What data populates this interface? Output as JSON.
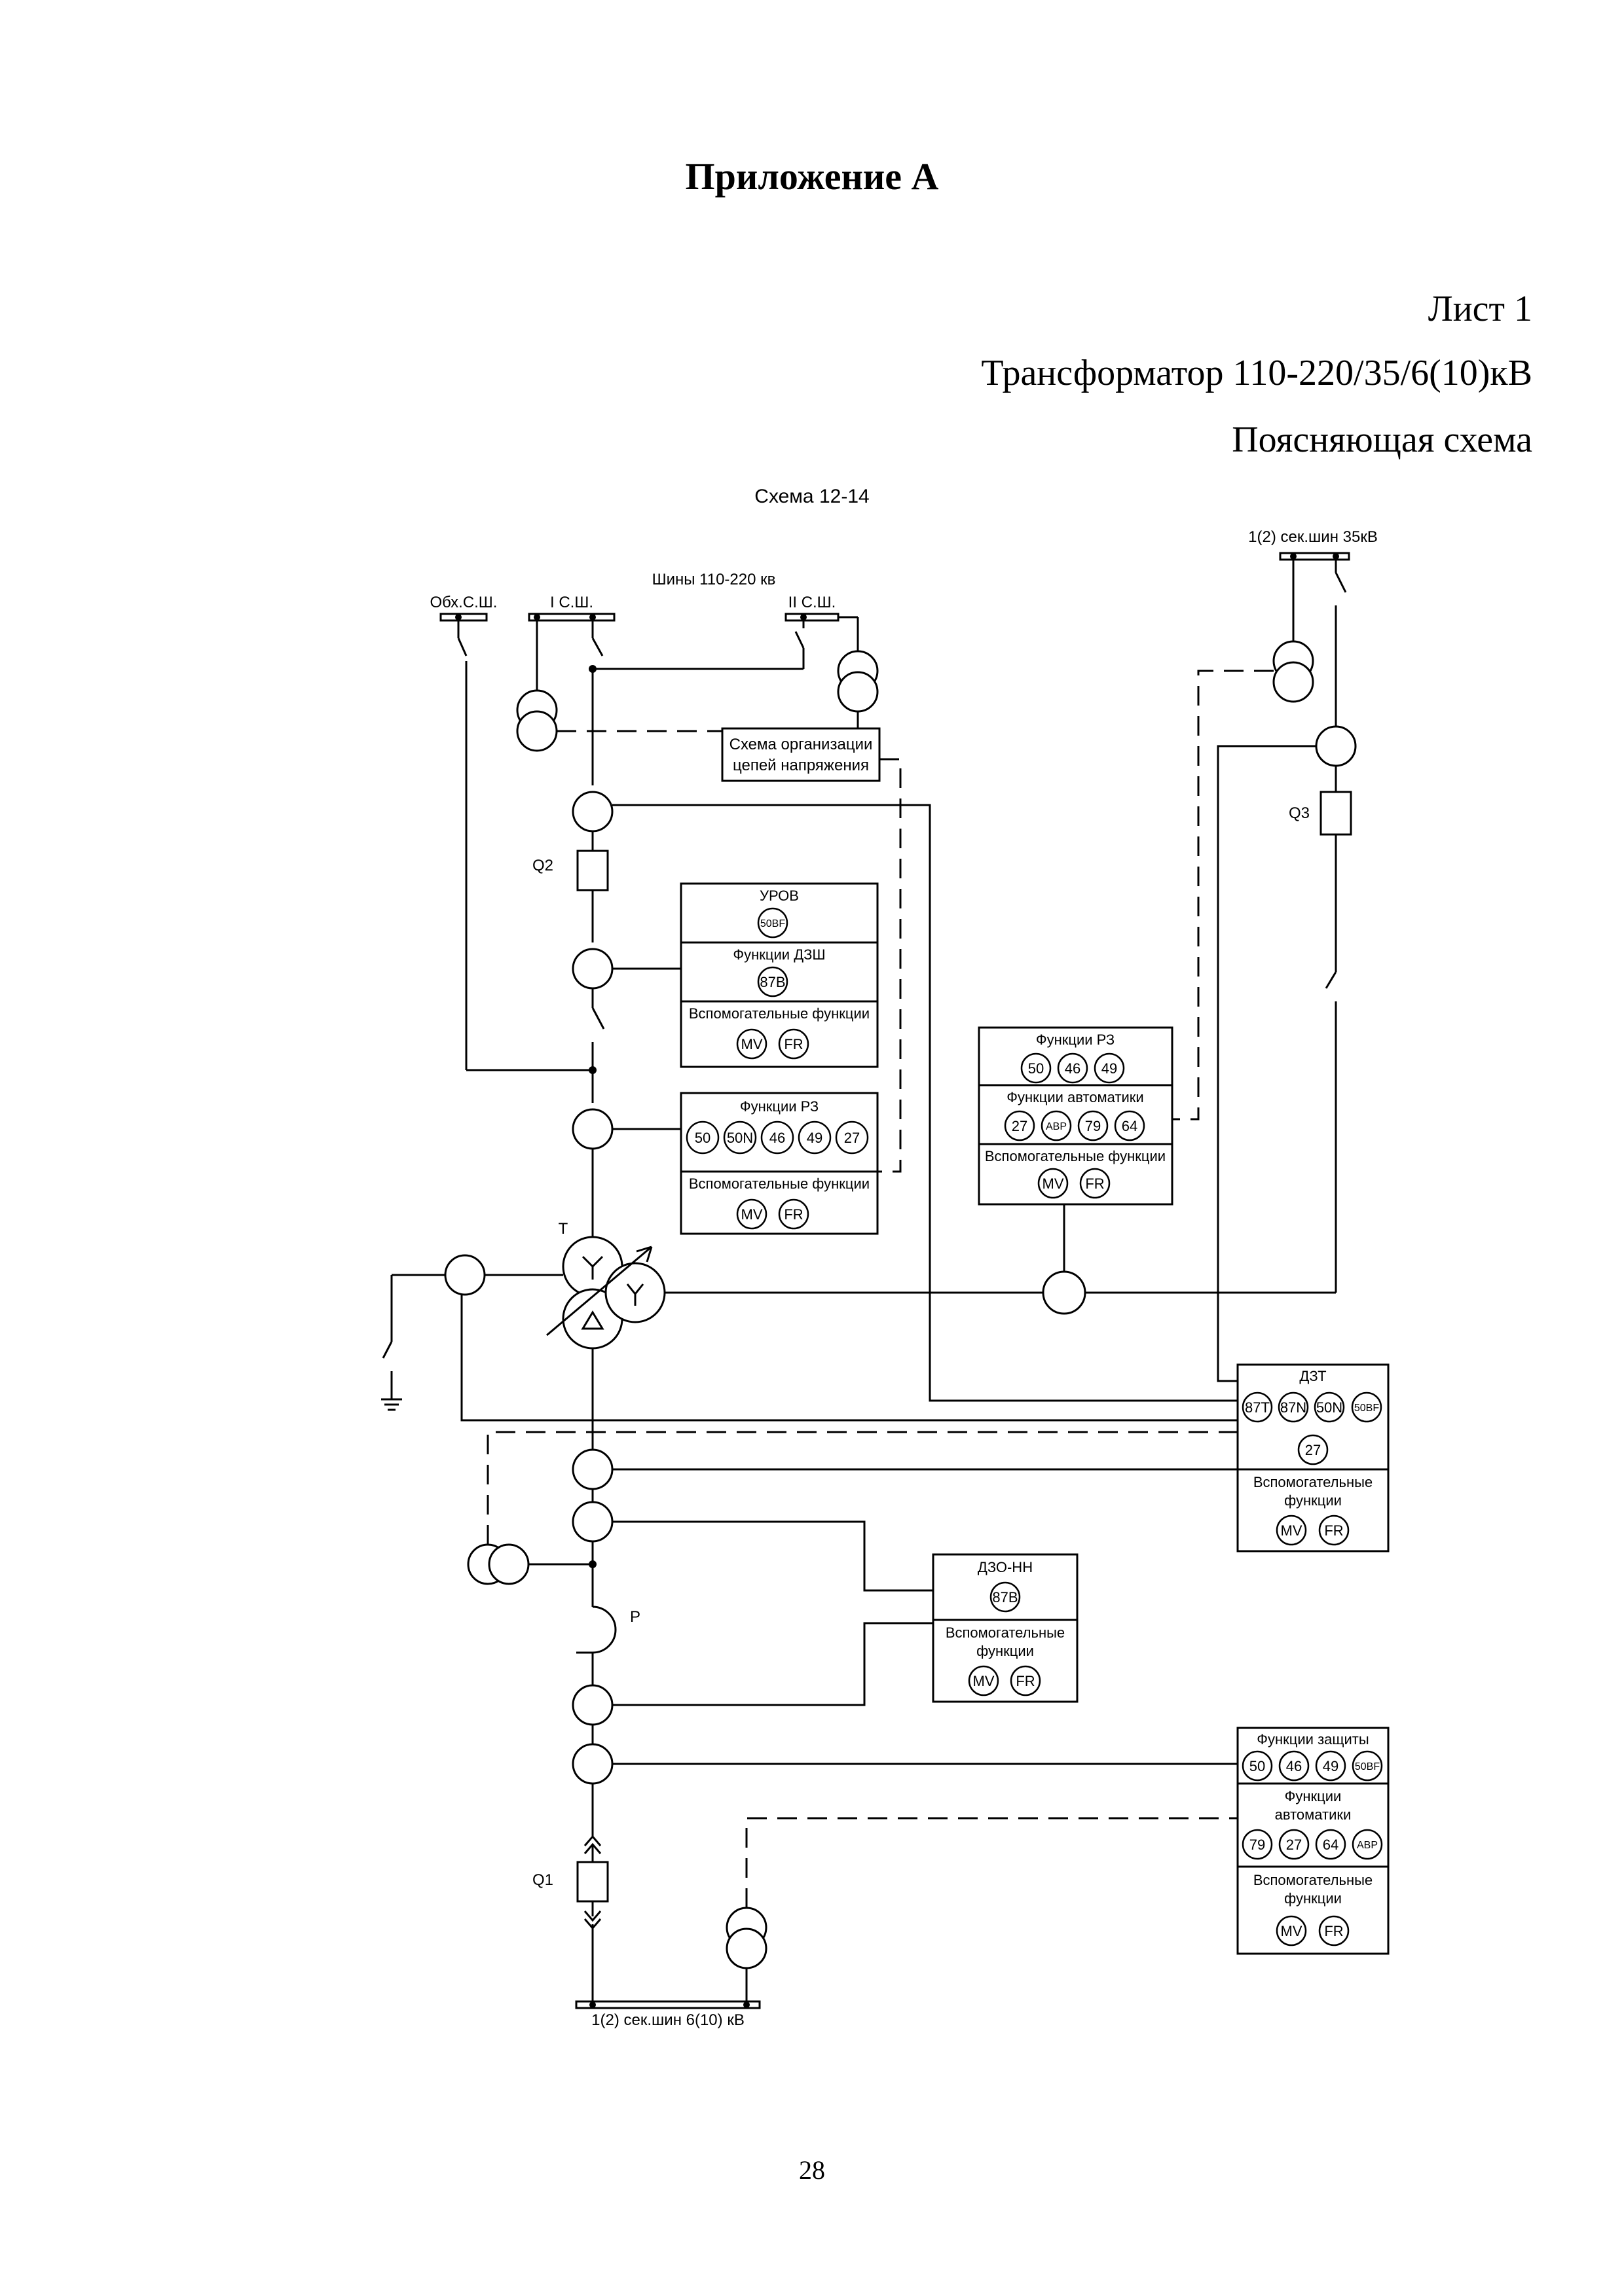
{
  "header": {
    "title": "Приложение А",
    "sheet": "Лист 1",
    "subject": "Трансформатор 110-220/35/6(10)кВ",
    "subtitle": "Поясняющая схема"
  },
  "page_number": "28",
  "diagram": {
    "scheme_name": "Схема 12-14",
    "buses": {
      "hv_bus_label": "Шины 110-220 кв",
      "bypass": "Обх.С.Ш.",
      "bus1": "I С.Ш.",
      "bus2": "II С.Ш.",
      "bus35": "1(2) сек.шин 35кВ",
      "bus6": "1(2) сек.шин 6(10) кВ"
    },
    "voltage_scheme": {
      "line1": "Схема организации",
      "line2": "цепей напряжения"
    },
    "breakers": {
      "q1": "Q1",
      "q2": "Q2",
      "q3": "Q3"
    },
    "transformer_label": "T",
    "reactor_label": "P",
    "panels": {
      "urov": {
        "title": "УРОВ",
        "funcs": [
          "50BF"
        ],
        "dzsh_title": "Функции ДЗШ",
        "dzsh_funcs": [
          "87B"
        ],
        "aux_title": "Вспомогательные функции",
        "aux_funcs": [
          "MV",
          "FR"
        ]
      },
      "rz_hv": {
        "title": "Функции РЗ",
        "funcs": [
          "50",
          "50N",
          "46",
          "49",
          "27"
        ],
        "aux_title": "Вспомогательные функции",
        "aux_funcs": [
          "MV",
          "FR"
        ]
      },
      "rz_mv": {
        "title": "Функции РЗ",
        "funcs": [
          "50",
          "46",
          "49"
        ],
        "auto_title": "Функции автоматики",
        "auto_funcs": [
          "27",
          "АВР",
          "79",
          "64"
        ],
        "aux_title": "Вспомогательные функции",
        "aux_funcs": [
          "MV",
          "FR"
        ]
      },
      "dzt": {
        "title": "ДЗТ",
        "funcs": [
          "87T",
          "87N",
          "50N",
          "50BF"
        ],
        "funcs2": [
          "27"
        ],
        "aux_title1": "Вспомогательные",
        "aux_title2": "функции",
        "aux_funcs": [
          "MV",
          "FR"
        ]
      },
      "dzo": {
        "title": "ДЗО-НН",
        "funcs": [
          "87B"
        ],
        "aux_title1": "Вспомогательные",
        "aux_title2": "функции",
        "aux_funcs": [
          "MV",
          "FR"
        ]
      },
      "lv": {
        "title": "Функции защиты",
        "funcs": [
          "50",
          "46",
          "49",
          "50BF"
        ],
        "auto_title1": "Функции",
        "auto_title2": "автоматики",
        "auto_funcs": [
          "79",
          "27",
          "64",
          "АВР"
        ],
        "aux_title1": "Вспомогательные",
        "aux_title2": "функции",
        "aux_funcs": [
          "MV",
          "FR"
        ]
      }
    }
  }
}
